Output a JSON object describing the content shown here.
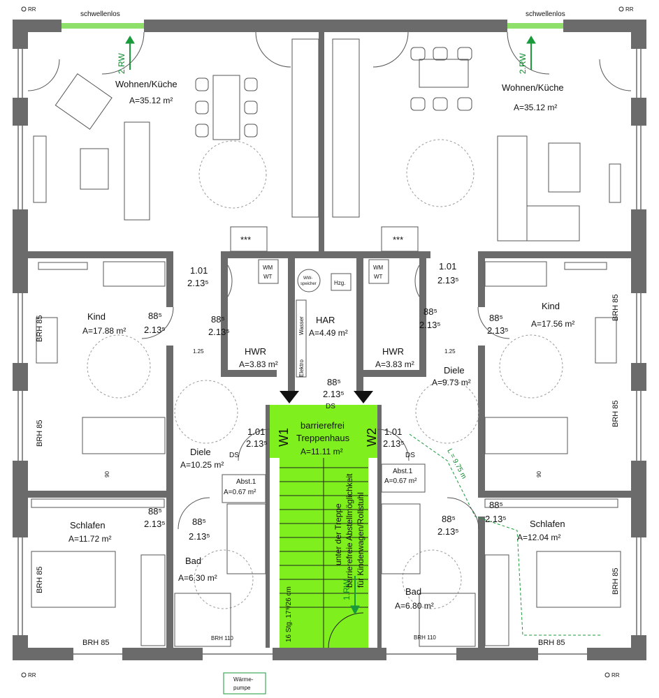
{
  "top_labels": {
    "left_schwellenlos": "schwellenlos",
    "right_schwellenlos": "schwellenlos"
  },
  "corners": {
    "rr_tl": "RR",
    "rr_tr": "RR",
    "rr_bl": "RR",
    "rr_br": "RR"
  },
  "rw_tags": {
    "left": "2.RW",
    "right": "2.RW",
    "stair": "1.RW"
  },
  "rooms": {
    "wohnen_left": {
      "name": "Wohnen/Küche",
      "area": "A=35.12 m²"
    },
    "wohnen_right": {
      "name": "Wohnen/Küche",
      "area": "A=35.12 m²"
    },
    "kind_left": {
      "name": "Kind",
      "area": "A=17.88 m²"
    },
    "kind_right": {
      "name": "Kind",
      "area": "A=17.56 m²"
    },
    "hwr_left": {
      "name": "HWR",
      "area": "A=3.83 m²"
    },
    "hwr_right": {
      "name": "HWR",
      "area": "A=3.83 m²"
    },
    "har": {
      "name": "HAR",
      "area": "A=4.49 m²"
    },
    "diele_left": {
      "name": "Diele",
      "area": "A=10.25 m²"
    },
    "diele_right": {
      "name": "Diele",
      "area": "A=9.73 m²"
    },
    "treppenhaus": {
      "name1": "barrierefrei",
      "name2": "Treppenhaus",
      "area": "A=11.11 m²"
    },
    "schlafen_left": {
      "name": "Schlafen",
      "area": "A=11.72 m²"
    },
    "schlafen_right": {
      "name": "Schlafen",
      "area": "A=12.04 m²"
    },
    "bad_left": {
      "name": "Bad",
      "area": "A=6.30 m²"
    },
    "bad_right": {
      "name": "Bad",
      "area": "A=6.80 m²"
    },
    "abst_left": {
      "name": "Abst.1",
      "area": "A=0.67 m²"
    },
    "abst_right": {
      "name": "Abst.1",
      "area": "A=0.67 m²"
    }
  },
  "doors": {
    "d101": "1.01",
    "d885": "88⁵",
    "h2135": "2.13⁵",
    "ds": "DS"
  },
  "apartments": {
    "w1": "W1",
    "w2": "W2"
  },
  "brh": "BRH 85",
  "brh110": "BRH 110",
  "misc": {
    "wm": "WM",
    "wt": "WT",
    "ww1": "WW-",
    "ww2": "speicher",
    "hzg": "Hzg.",
    "wasser": "Wasser",
    "elektro": "Elektro",
    "stars": "***",
    "dim_125": "1.25",
    "dim_90": "90",
    "l975": "L = 9.75 m",
    "stair_steps": "16 Stg. 17⁹/26 cm",
    "stair_note1": "unter der Treppe",
    "stair_note2": "barrierefreie Abstellmöglichkeit",
    "stair_note3": "für Kinderwagen/Rollstuhl",
    "waerme1": "Wärme-",
    "waerme2": "pumpe"
  },
  "colors": {
    "wall": "#6b6b6b",
    "stair": "#7ff01e",
    "accent": "#1a9a3a"
  }
}
